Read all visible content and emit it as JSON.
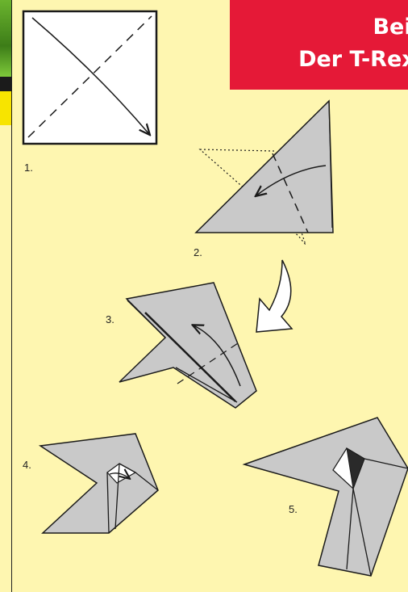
{
  "title": {
    "line1": "Beisp",
    "line2": "Der T-Rex K"
  },
  "steps": [
    {
      "label": "1."
    },
    {
      "label": "2."
    },
    {
      "label": "3."
    },
    {
      "label": "4."
    },
    {
      "label": "5."
    }
  ],
  "colors": {
    "background": "#fef6b0",
    "title_bg": "#e51937",
    "paper_fill": "#c9c9c9",
    "line": "#1a1a1a"
  }
}
